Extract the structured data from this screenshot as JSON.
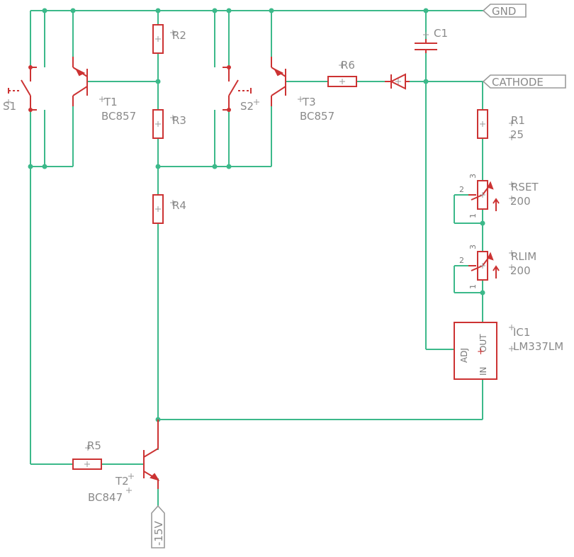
{
  "labels": {
    "gnd": "GND",
    "cathode": "CATHODE",
    "vneg": "-15V"
  },
  "parts": {
    "S1": {
      "name": "S1"
    },
    "S2": {
      "name": "S2"
    },
    "T1": {
      "name": "T1",
      "value": "BC857"
    },
    "T2": {
      "name": "T2",
      "value": "BC847"
    },
    "T3": {
      "name": "T3",
      "value": "BC857"
    },
    "R1": {
      "name": "R1",
      "value": "25"
    },
    "R2": {
      "name": "R2"
    },
    "R3": {
      "name": "R3"
    },
    "R4": {
      "name": "R4"
    },
    "R5": {
      "name": "R5"
    },
    "R6": {
      "name": "R6"
    },
    "C1": {
      "name": "C1"
    },
    "RSET": {
      "name": "RSET",
      "value": "200"
    },
    "RLIM": {
      "name": "RLIM",
      "value": "200"
    },
    "IC1": {
      "name": "IC1",
      "value": "LM337LM",
      "pin_adj": "ADJ",
      "pin_out": "OUT",
      "pin_in": "IN"
    }
  },
  "pin_numbers": {
    "p1": "1",
    "p2": "2",
    "p3": "3"
  },
  "colors": {
    "wire": "#3cb98a",
    "part": "#cc3333",
    "text": "#8a8a8a"
  }
}
